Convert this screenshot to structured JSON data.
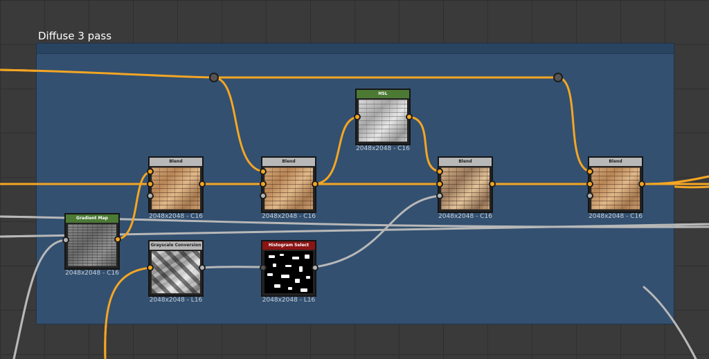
{
  "frame": {
    "title": "Diffuse 3 pass"
  },
  "colors": {
    "background": "#3a3a3a",
    "frame_fill": "#335070",
    "wire_orange": "#f5a623",
    "wire_gray": "#b8b8b8",
    "header_gray": "#b8b8b8",
    "header_green": "#4c7a35",
    "header_red": "#8b1414"
  },
  "nodes": {
    "gradient_map": {
      "title": "Gradient Map",
      "label": "2048x2048 - C16"
    },
    "blend_1": {
      "title": "Blend",
      "label": "2048x2048 - C16"
    },
    "blend_2": {
      "title": "Blend",
      "label": "2048x2048 - C16"
    },
    "hsl": {
      "title": "HSL",
      "label": "2048x2048 - C16"
    },
    "blend_3": {
      "title": "Blend",
      "label": "2048x2048 - C16"
    },
    "blend_4": {
      "title": "Blend",
      "label": "2048x2048 - C16"
    },
    "grayscale_conversion": {
      "title": "Grayscale Conversion",
      "label": "2048x2048 - L16"
    },
    "histogram_select": {
      "title": "Histogram Select",
      "label": "2048x2048 - L16"
    }
  }
}
